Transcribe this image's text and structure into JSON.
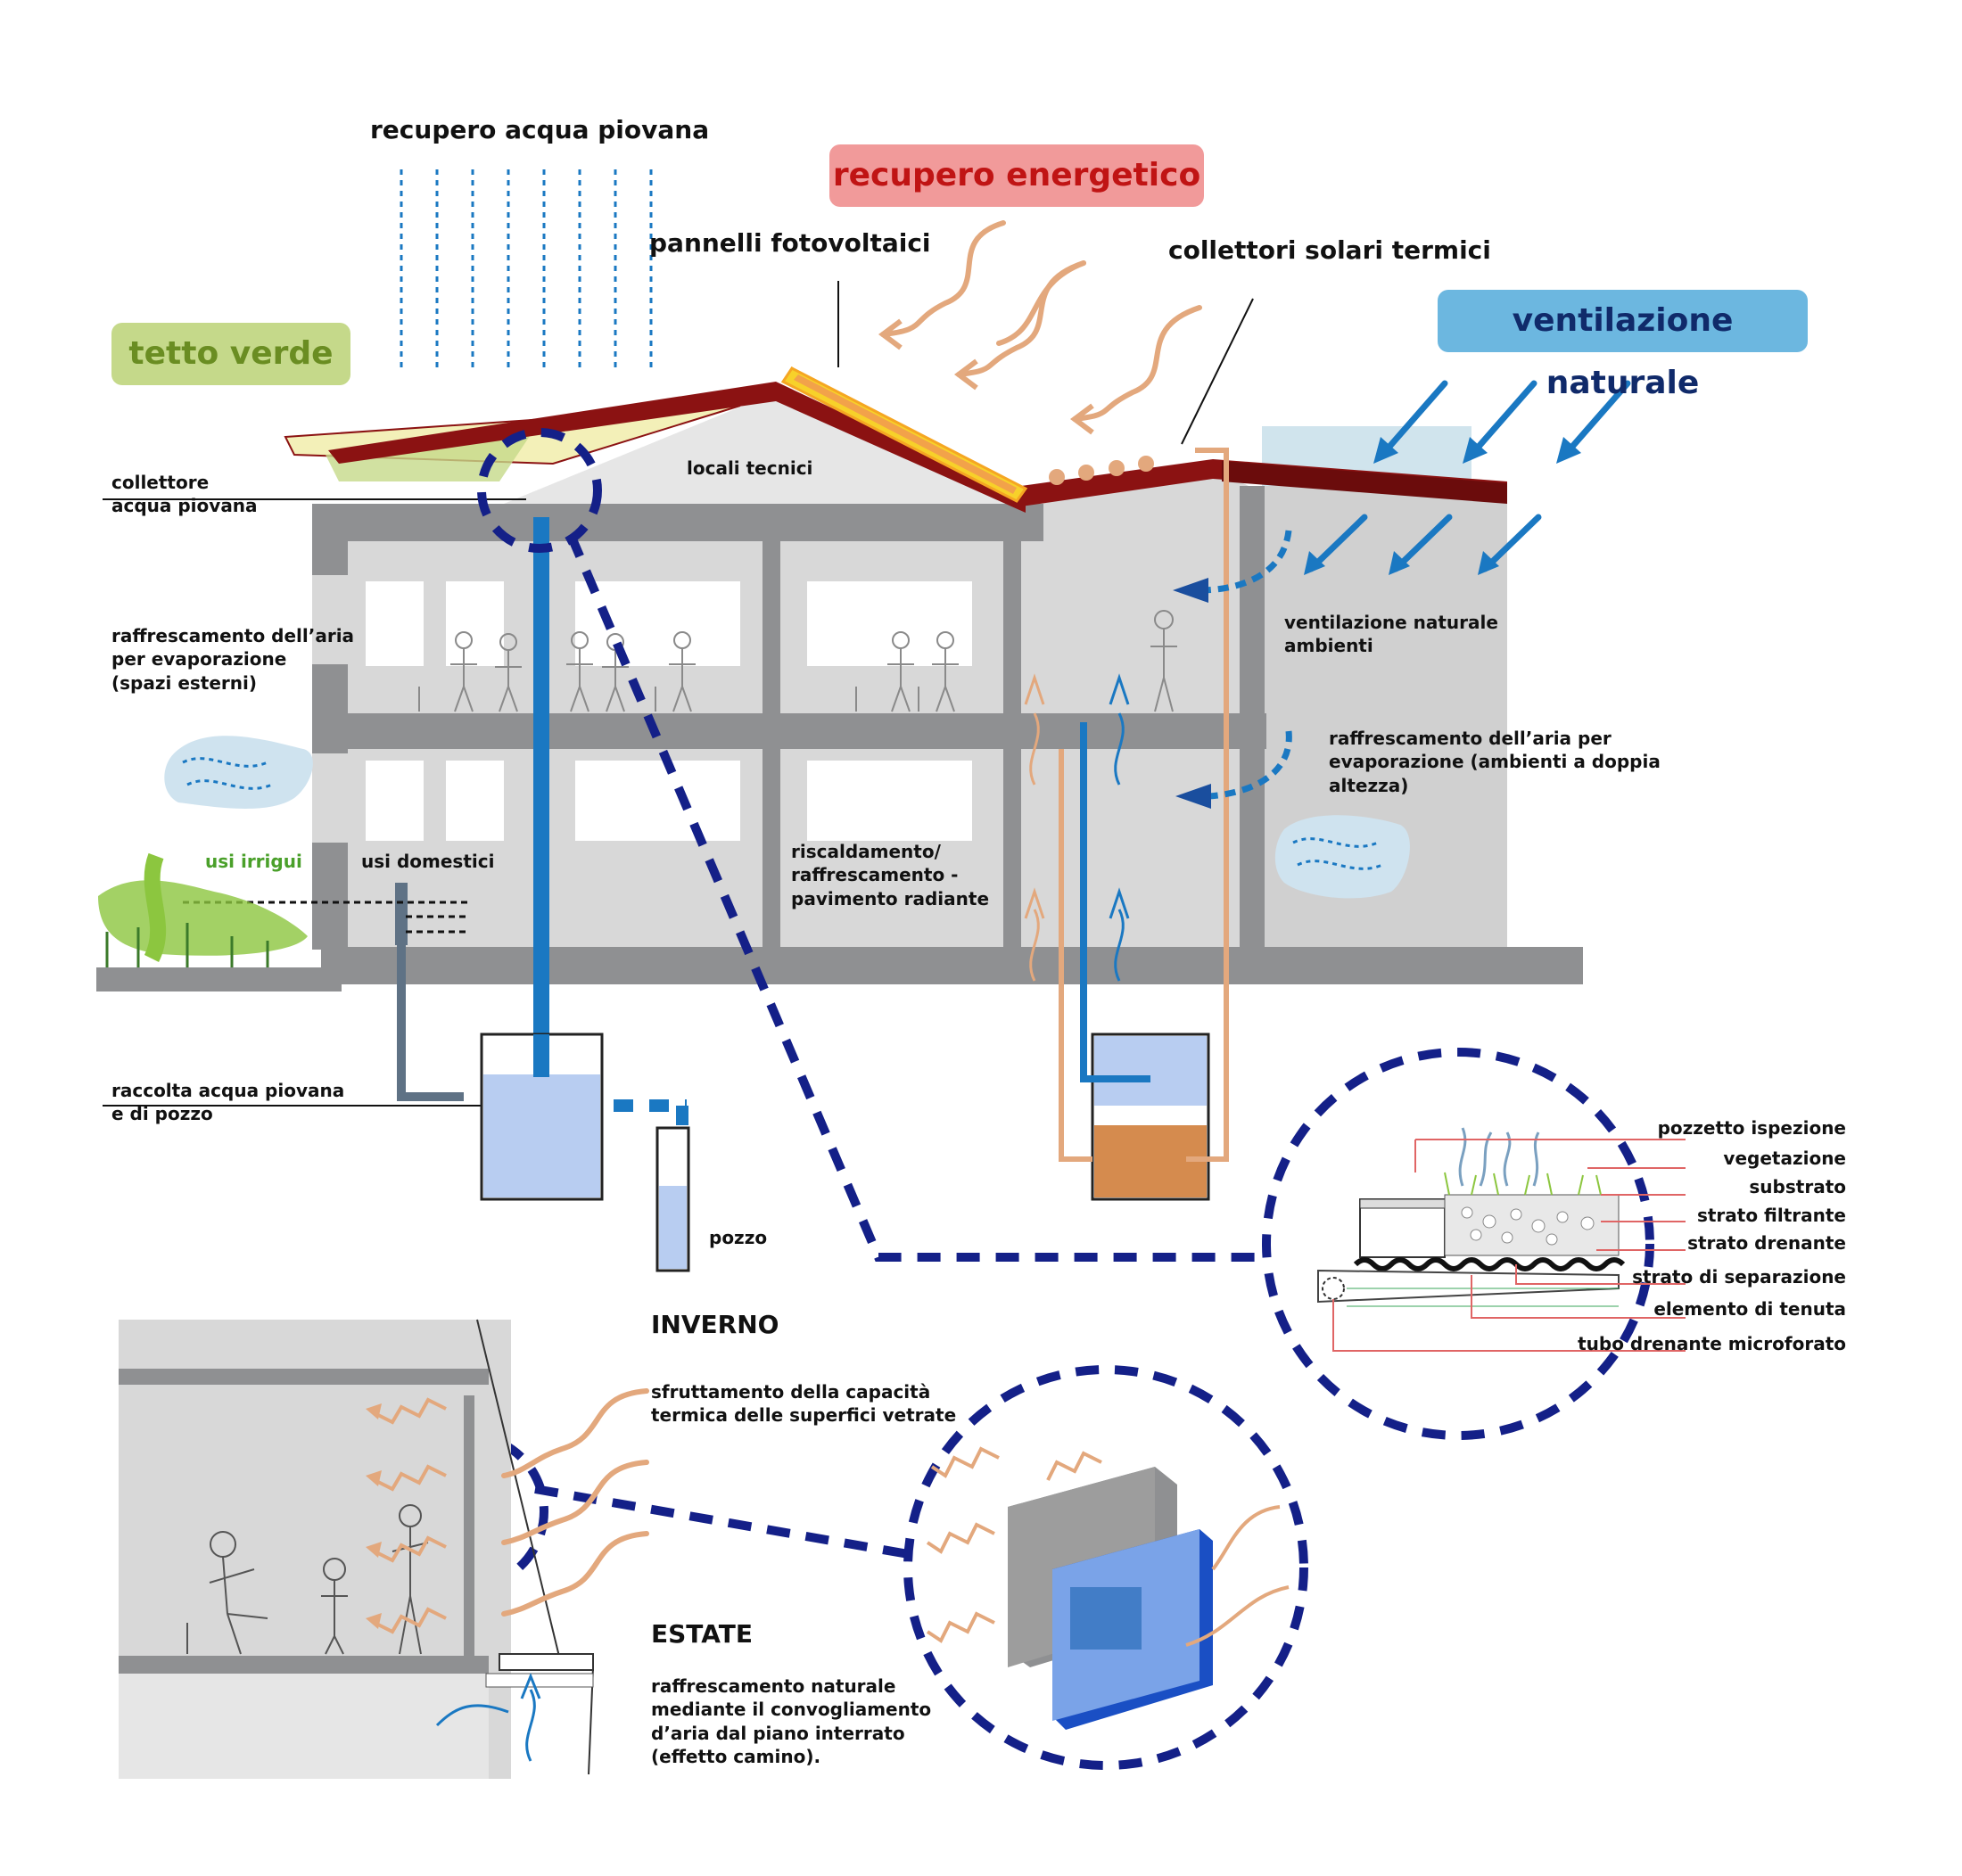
{
  "labels": {
    "recupero_acqua": "recupero acqua piovana",
    "recupero_energetico": "recupero energetico",
    "pannelli": "pannelli fotovoltaici",
    "collettori_solari": "collettori solari termici",
    "tetto_verde": "tetto verde",
    "ventilazione_naturale": "ventilazione naturale",
    "locali_tecnici": "locali tecnici",
    "collettore_acqua": "collettore\nacqua piovana",
    "raffrescamento_esterni": "raffrescamento dell’aria\nper evaporazione\n(spazi esterni)",
    "ventilazione_ambienti": "ventilazione naturale\nambienti",
    "raffrescamento_doppia": "raffrescamento dell’aria  per\nevaporazione (ambienti a doppia\naltezza)",
    "usi_irrigui": "usi irrigui",
    "usi_domestici": "usi domestici",
    "riscaldamento": "riscaldamento/\nraffrescamento -\npavimento radiante",
    "raccolta": "raccolta acqua piovana\ne di pozzo",
    "pozzo": "pozzo",
    "inverno": "INVERNO",
    "inverno_desc": "sfruttamento della capacità\ntermica delle superfici vetrate",
    "estate": "ESTATE",
    "estate_desc": "raffrescamento naturale\nmediante il convogliamento\nd’aria dal piano interrato\n(effetto camino)."
  },
  "green_roof_layers": [
    "pozzetto ispezione",
    "vegetazione",
    "substrato",
    "strato filtrante",
    "strato drenante",
    "strato di separazione",
    "elemento di tenuta",
    "tubo drenante microforato"
  ],
  "colors": {
    "wall": "#d8d8d8",
    "slab": "#8f9092",
    "roof": "#8b1212",
    "water": "#1a78c2",
    "warm": "#e3a87d",
    "dark_blue": "#142088",
    "solar": "#f7d12a",
    "green": "#8cc63f",
    "pill_energy": "#f19a9a",
    "pill_green": "#c5d98a",
    "pill_vent": "#6cb7e0"
  }
}
